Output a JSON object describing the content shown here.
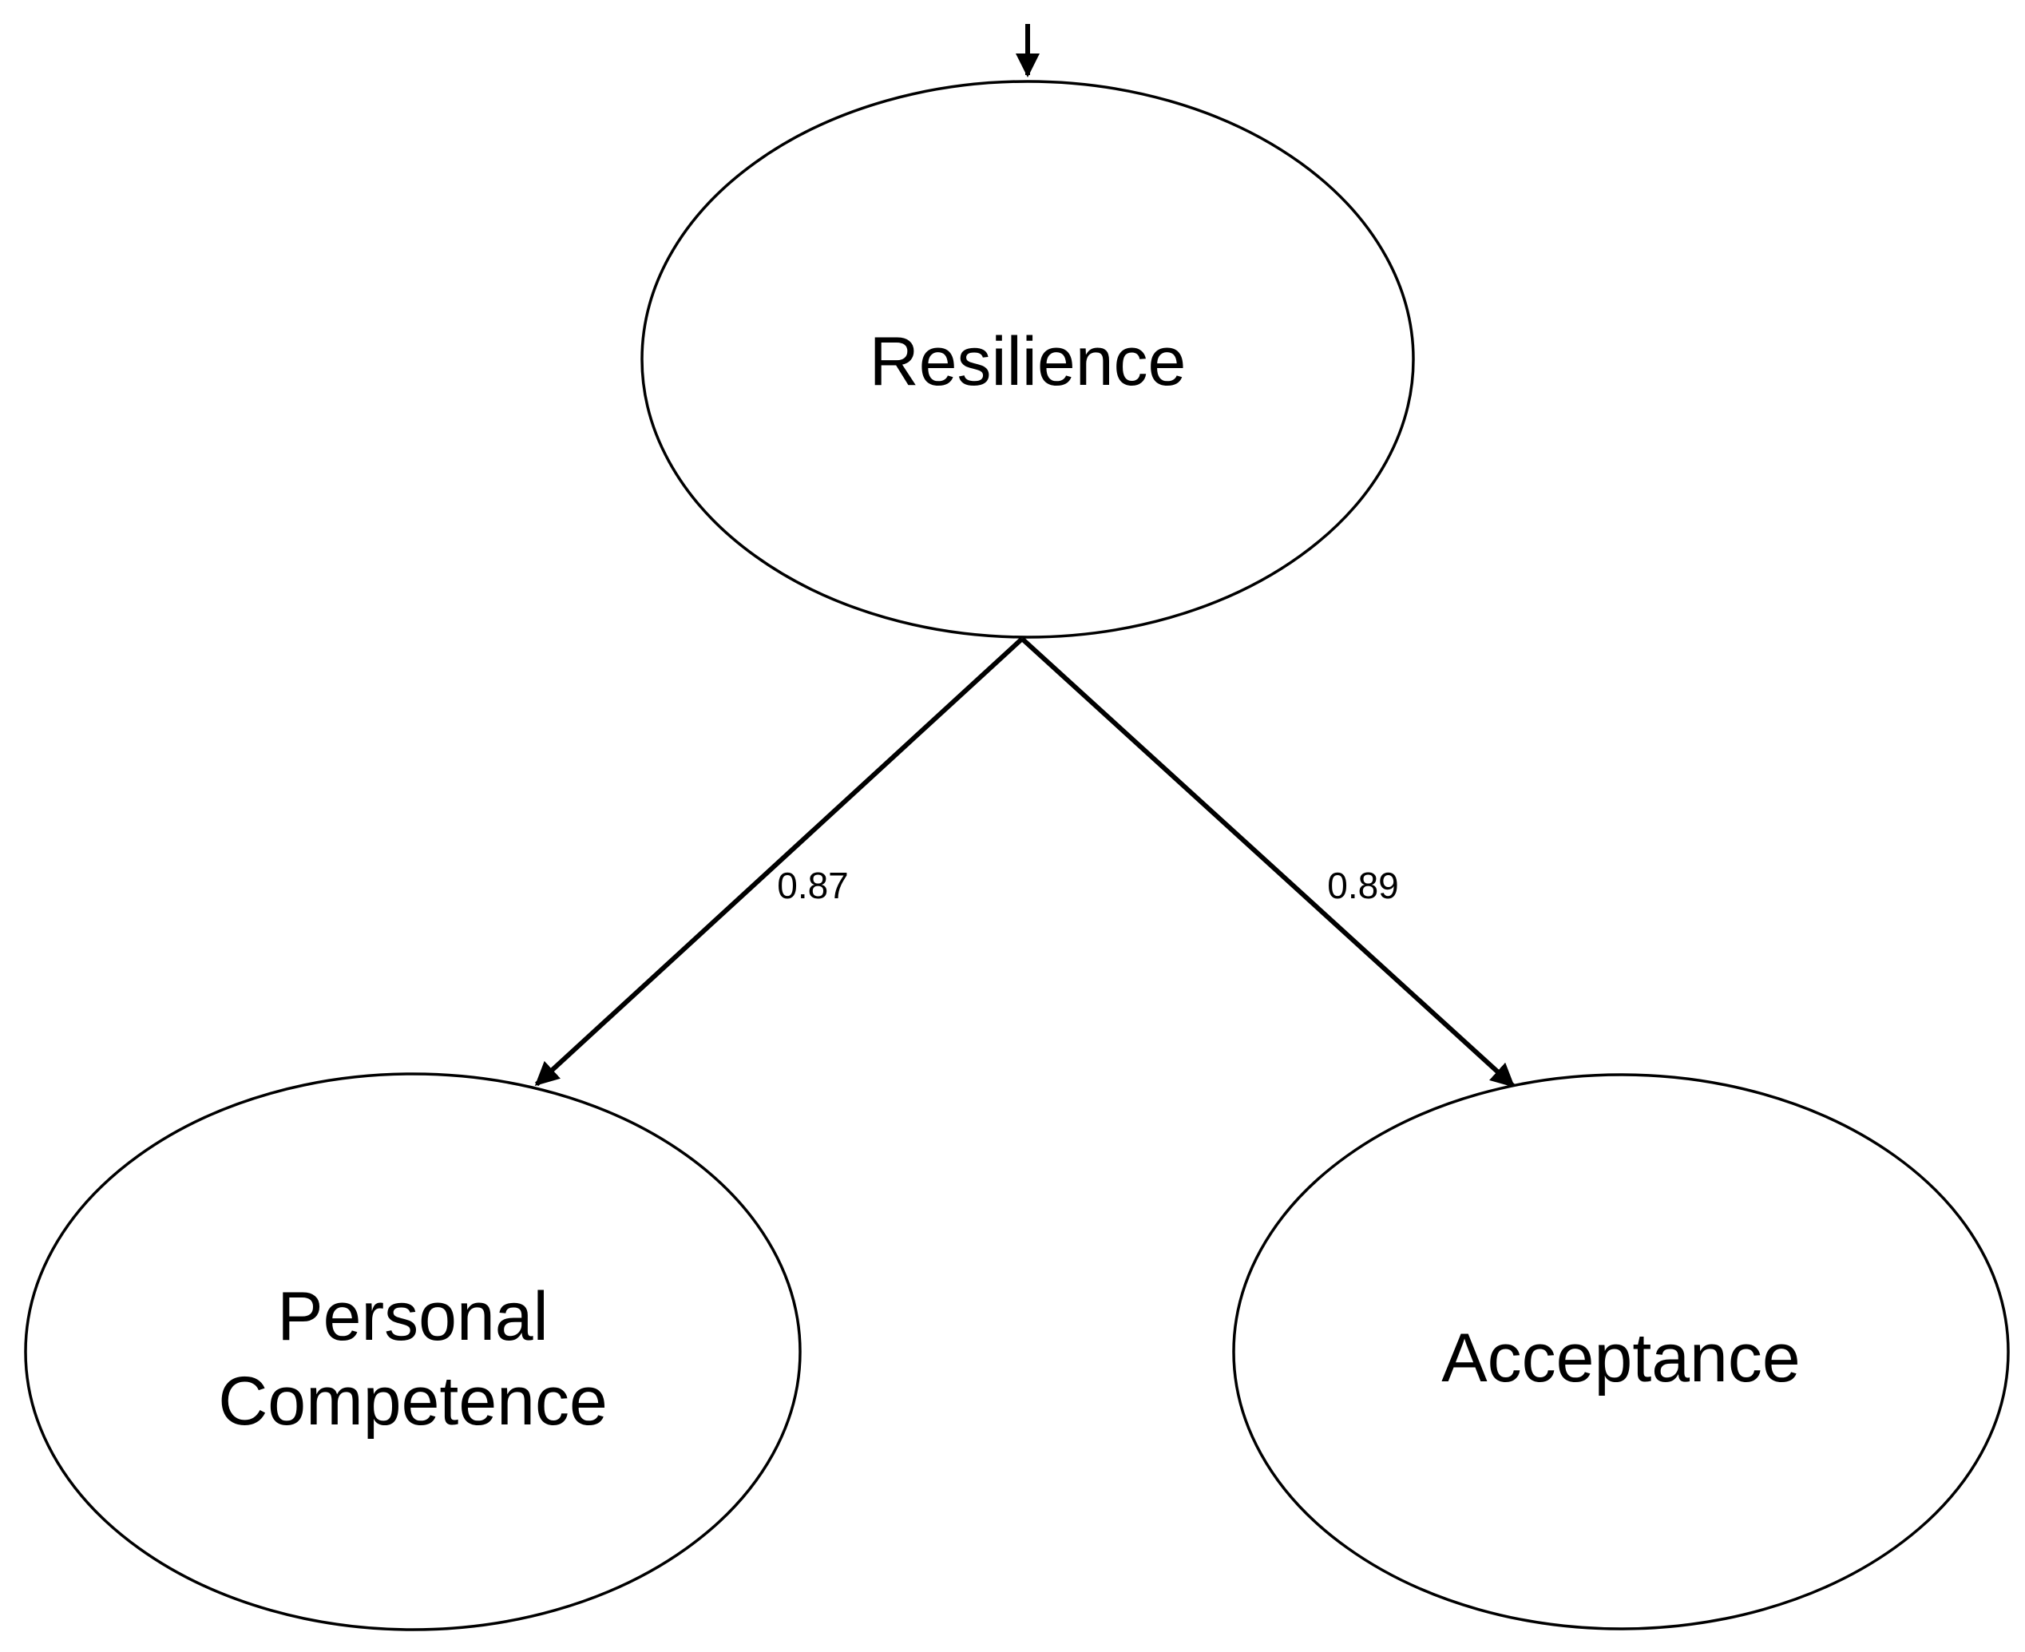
{
  "nodes": {
    "resilience": {
      "label": "Resilience"
    },
    "personal_competence": {
      "label_line1": "Personal",
      "label_line2": "Competence"
    },
    "acceptance": {
      "label": "Acceptance"
    }
  },
  "edges": {
    "resilience_to_personal_competence": {
      "label": "0.87"
    },
    "resilience_to_acceptance": {
      "label": "0.89"
    }
  },
  "colors": {
    "stroke": "#000000",
    "background": "#ffffff"
  }
}
